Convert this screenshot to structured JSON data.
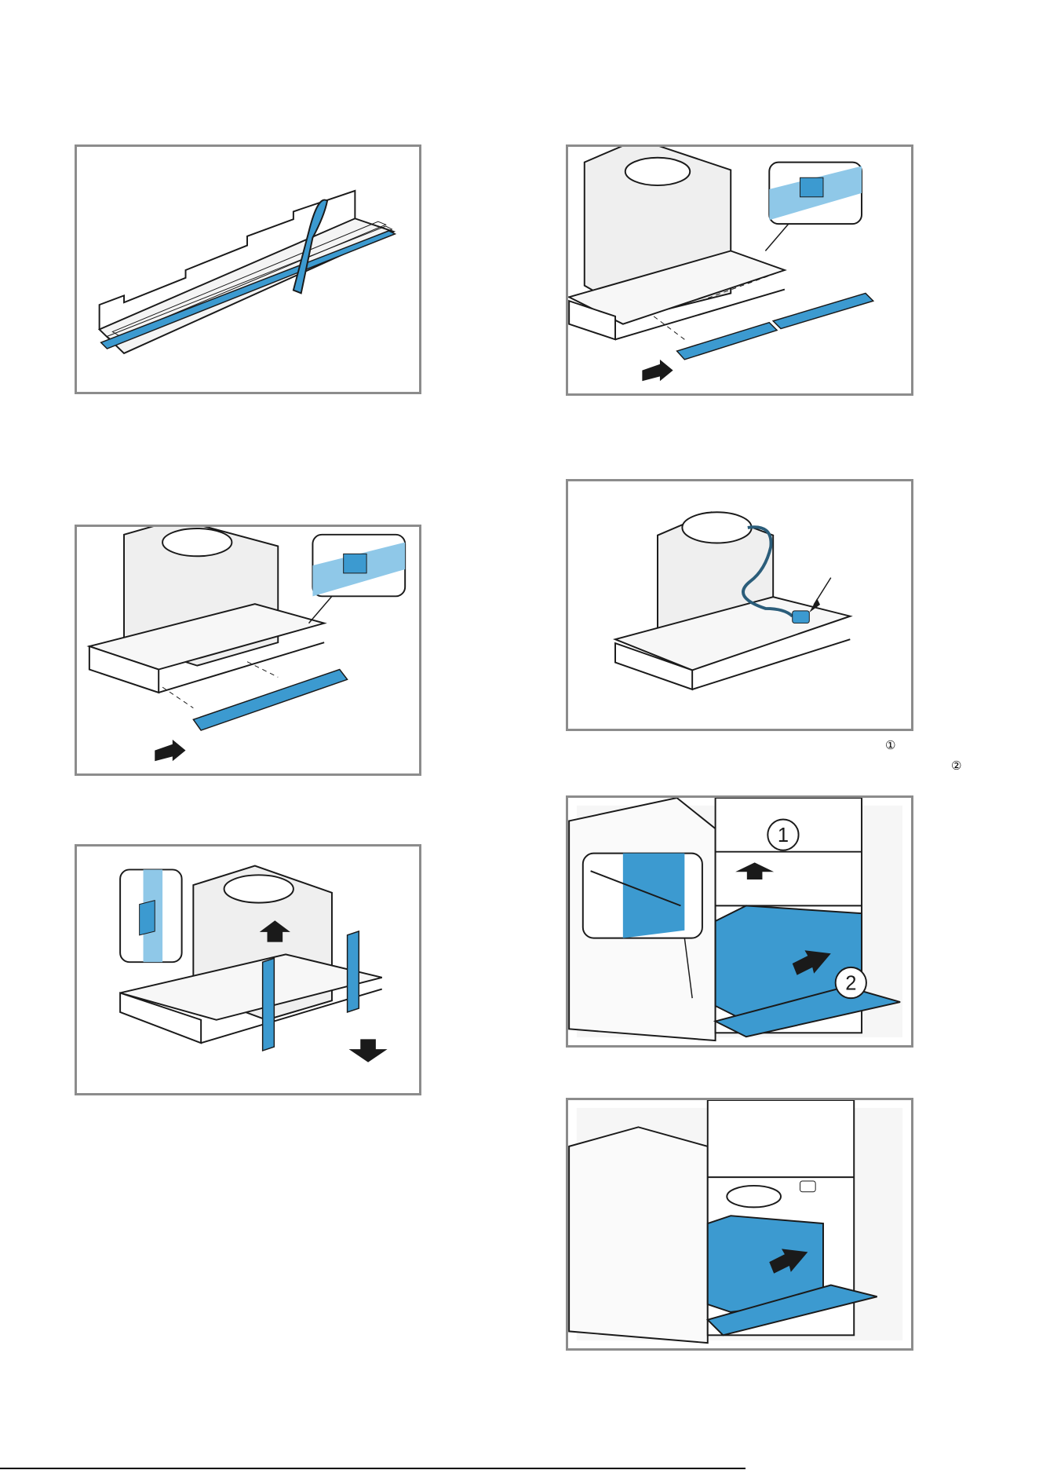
{
  "callouts": {
    "marker_1": "①",
    "marker_2": "②",
    "fig7_label_1": "1",
    "fig7_label_2": "2"
  },
  "colors": {
    "accent_blue": "#3c9ad0",
    "light_blue": "#8fc8e8",
    "frame_gray": "#8c8c8c",
    "line_black": "#1a1a1a"
  },
  "icons": {
    "arrow": "black-arrow-icon",
    "magnifier": "detail-callout-icon",
    "plug": "power-plug-icon"
  }
}
